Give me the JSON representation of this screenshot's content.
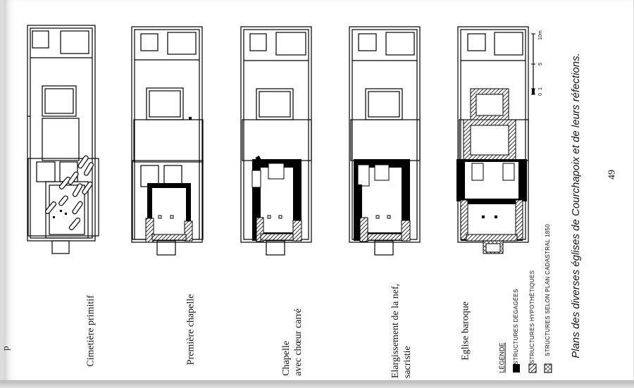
{
  "edge_mark": "p",
  "plans": [
    {
      "label": "Cimetière primitif"
    },
    {
      "label": "Première chapelle"
    },
    {
      "label_lines": [
        "Chapelle",
        "avec chœur carré"
      ]
    },
    {
      "label_lines": [
        "Elargissement de la nef,",
        "sacristie"
      ]
    },
    {
      "label": "Eglise baroque"
    }
  ],
  "legend": {
    "title": "LÉGENDE",
    "items": [
      {
        "text": "STRUCTURES DÉGAGÉES",
        "style": "solid"
      },
      {
        "text": "STRUCTURES HYPOTHÉTIQUES",
        "style": "hatched"
      },
      {
        "text": "STRUCTURES SELON PLAN CADASTRAL 1850",
        "style": "cross-hatched"
      }
    ]
  },
  "scale_bar": {
    "labels": [
      "0",
      "1",
      "5",
      "10m"
    ]
  },
  "caption": "Plans des diverses églises de Courchapoix et de leurs réfections.",
  "page_number": "49"
}
